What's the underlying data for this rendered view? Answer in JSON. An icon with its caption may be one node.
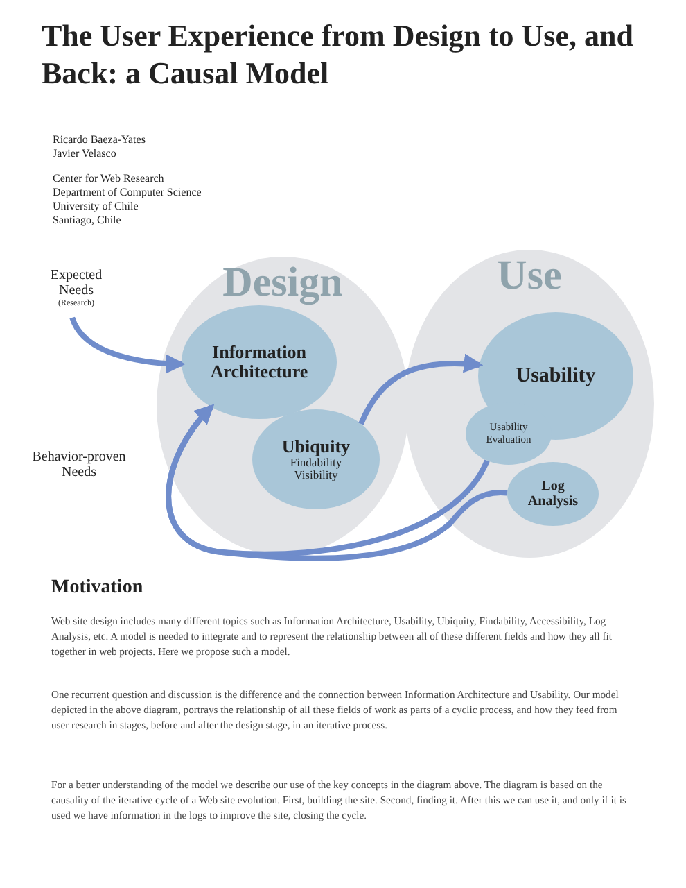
{
  "diagram": {
    "title": "The User Experience from Design to Use, and Back: a Causal Model",
    "nodes": [
      {
        "text": [
          "Expected Needs",
          "(Research)"
        ]
      },
      {
        "text": [
          "Design"
        ]
      },
      {
        "text": [
          "Information Architecture"
        ],
        "in": 1
      },
      {
        "text": [
          "Ubiquity",
          "Findability Visibility"
        ],
        "in": 1
      },
      {
        "text": [
          "Use"
        ]
      },
      {
        "text": [
          "Usability"
        ],
        "in": 4
      },
      {
        "text": [
          "Usability Evaluation"
        ],
        "in": 4
      },
      {
        "text": [
          "Log Analysis"
        ],
        "in": 4
      }
    ],
    "edges": [
      {
        "from": 0,
        "to": 2,
        "arrow": "to"
      },
      {
        "from": 3,
        "to": 5,
        "arrow": "to"
      },
      {
        "from": 6,
        "to": 2,
        "arrow": "to"
      },
      {
        "from": 7,
        "to": 2,
        "arrow": "to"
      }
    ],
    "labels": [
      "Ricardo Baeza-Yates",
      "Javier Velasco",
      "Center for Web Research",
      "Department of Computer Science",
      "University of Chile",
      "Santiago, Chile",
      "Behavior-proven Needs",
      "Motivation",
      "Web site design includes many different topics such as Information Architecture, Usability, Ubiquity, Findability, Accessibility, Log Analysis, etc. A model is needed to integrate and to represent the relationship between all of these different fields and how they all fit together in web projects. Here we propose such a model.",
      "One recurrent question and discussion is the difference and the connection between Information Architecture and Usability. Our model depicted in the above diagram, portrays the relationship of all these fields of work as parts of a cyclic process, and how they feed from user research in stages, before and after the design stage, in an iterative process.",
      "For a better understanding of the model we describe our use of the key concepts in the diagram above. The diagram is based on the causality of the iterative cycle of a Web site evolution. First, building the site. Second, finding it. After this we can use it, and only if it is used we have information in the logs to improve the site, closing the cycle."
    ]
  }
}
